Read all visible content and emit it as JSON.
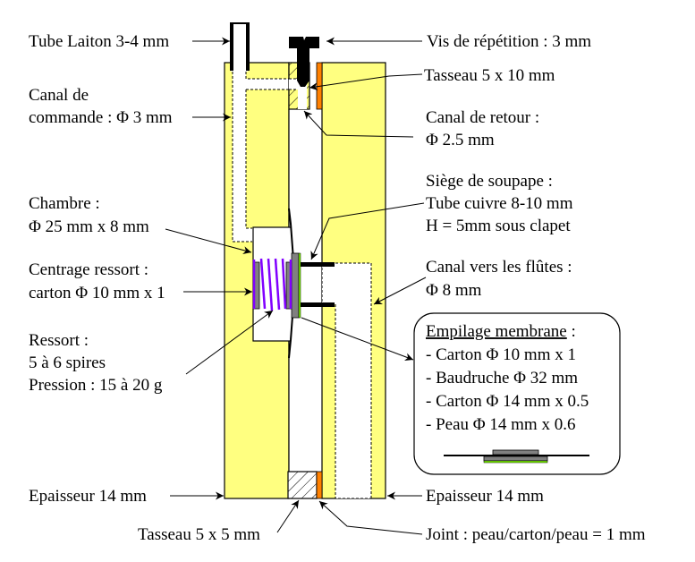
{
  "diagram": {
    "title": "Soupape à membrane — coupe",
    "colors": {
      "wood": "#ffff80",
      "joint": "#ff8000",
      "spring": "#8000ff",
      "carton": "#808080",
      "skin": "#80ff00",
      "line": "#000000",
      "background": "#ffffff"
    },
    "labels": {
      "tube_laiton": "Tube Laiton 3-4 mm",
      "canal_commande_1": "Canal de",
      "canal_commande_2": "commande : Φ 3 mm",
      "chambre_1": "Chambre :",
      "chambre_2": "Φ 25 mm x 8 mm",
      "centrage_1": "Centrage ressort :",
      "centrage_2": "carton Φ 10 mm x 1",
      "ressort_1": "Ressort :",
      "ressort_2": "5 à 6 spires",
      "ressort_3": "Pression : 15 à 20 g",
      "epaisseur_left": "Epaisseur 14 mm",
      "tasseau_bottom": "Tasseau 5 x 5 mm",
      "vis": "Vis de répétition : 3 mm",
      "tasseau_top": "Tasseau 5 x 10 mm",
      "canal_retour_1": "Canal de retour :",
      "canal_retour_2": "Φ 2.5 mm",
      "siege_1": "Siège de soupape :",
      "siege_2": "Tube cuivre 8-10 mm",
      "siege_3": "H = 5mm sous clapet",
      "canal_flutes_1": "Canal vers les flûtes :",
      "canal_flutes_2": "Φ 8 mm",
      "epaisseur_right": "Epaisseur 14 mm",
      "joint": "Joint : peau/carton/peau = 1 mm"
    },
    "membrane_box": {
      "title": "Empilage membrane",
      "title_suffix": " :",
      "items": [
        "- Carton  Φ 10 mm x 1",
        "- Baudruche Φ 32 mm",
        "- Carton  Φ 14 mm x 0.5",
        "- Peau  Φ 14 mm x 0.6"
      ]
    }
  }
}
